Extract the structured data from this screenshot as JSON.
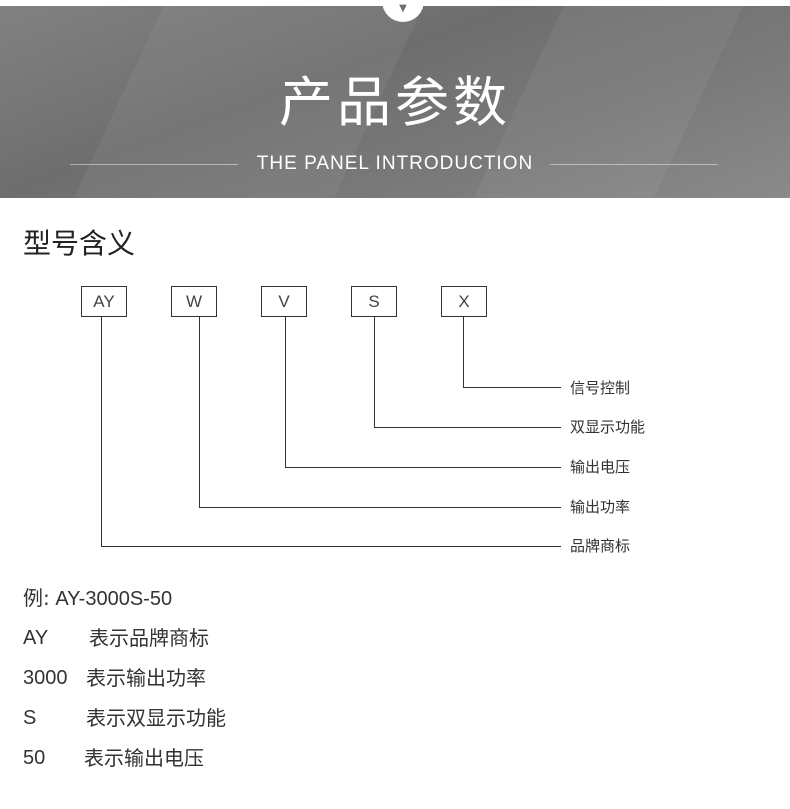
{
  "banner": {
    "title": "产品参数",
    "subtitle": "THE PANEL INTRODUCTION"
  },
  "section": {
    "heading": "型号含义"
  },
  "model_codes": [
    "AY",
    "W",
    "V",
    "S",
    "X"
  ],
  "code_descriptions": {
    "X": "信号控制",
    "S": "双显示功能",
    "V": "输出电压",
    "W": "输出功率",
    "AY": "品牌商标"
  },
  "example": {
    "label": "例:",
    "value": "AY-3000S-50"
  },
  "legend": [
    {
      "code": "AY",
      "text": "表示品牌商标"
    },
    {
      "code": "3000",
      "text": "表示输出功率"
    },
    {
      "code": "S",
      "text": "表示双显示功能"
    },
    {
      "code": "50",
      "text": "表示输出电压"
    }
  ]
}
